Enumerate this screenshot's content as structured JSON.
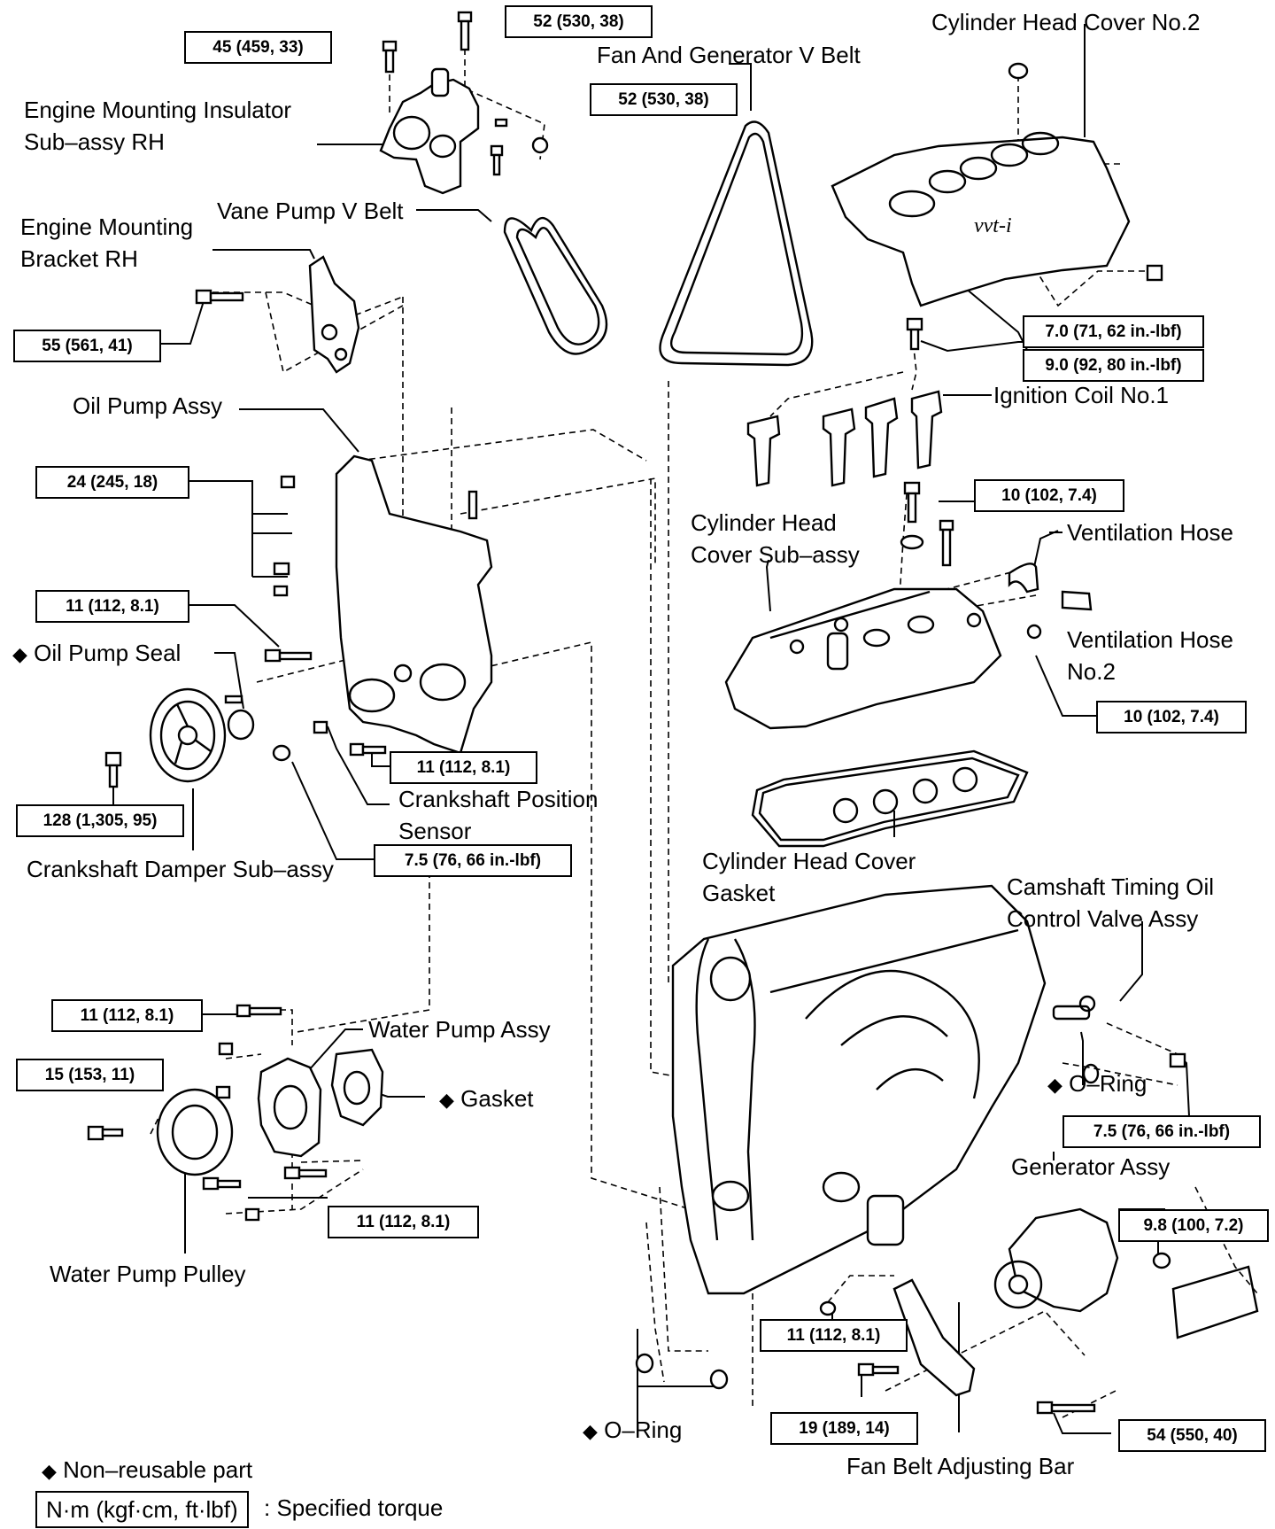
{
  "labels": {
    "cylinder_head_cover_no2": "Cylinder Head Cover No.2",
    "fan_generator_v_belt": "Fan And Generator V Belt",
    "engine_mounting_insulator_l1": "Engine Mounting Insulator",
    "engine_mounting_insulator_l2": "Sub–assy RH",
    "vane_pump_v_belt": "Vane Pump V Belt",
    "engine_mounting_bracket_l1": "Engine Mounting",
    "engine_mounting_bracket_l2": "Bracket RH",
    "oil_pump_assy": "Oil Pump Assy",
    "ignition_coil_no1": "Ignition Coil No.1",
    "cylinder_head_cover_subassy_l1": "Cylinder Head",
    "cylinder_head_cover_subassy_l2": "Cover Sub–assy",
    "ventilation_hose": "Ventilation Hose",
    "ventilation_hose_no2_l1": "Ventilation Hose",
    "ventilation_hose_no2_l2": "No.2",
    "oil_pump_seal": "Oil Pump Seal",
    "crankshaft_position_sensor_l1": "Crankshaft Position",
    "crankshaft_position_sensor_l2": "Sensor",
    "crankshaft_damper": "Crankshaft Damper Sub–assy",
    "cylinder_head_cover_gasket_l1": "Cylinder Head Cover",
    "cylinder_head_cover_gasket_l2": "Gasket",
    "camshaft_timing_l1": "Camshaft Timing Oil",
    "camshaft_timing_l2": "Control Valve Assy",
    "water_pump_assy": "Water Pump Assy",
    "gasket": "Gasket",
    "o_ring_right": "O–Ring",
    "generator_assy": "Generator Assy",
    "water_pump_pulley": "Water Pump Pulley",
    "o_ring_bottom": "O–Ring",
    "fan_belt_adjusting_bar": "Fan Belt Adjusting Bar"
  },
  "torques": {
    "t52_top": "52 (530, 38)",
    "t45": "45 (459, 33)",
    "t52_mid": "52 (530, 38)",
    "t55": "55 (561, 41)",
    "t7_0": "7.0 (71, 62 in.-lbf)",
    "t9_0": "9.0 (92, 80 in.-lbf)",
    "t24": "24 (245, 18)",
    "t10_a": "10 (102, 7.4)",
    "t11_a": "11 (112, 8.1)",
    "t10_b": "10 (102, 7.4)",
    "t11_b": "11 (112, 8.1)",
    "t128": "128 (1,305, 95)",
    "t7_5_a": "7.5 (76, 66 in.-lbf)",
    "t11_c": "11 (112, 8.1)",
    "t15": "15 (153, 11)",
    "t7_5_b": "7.5 (76, 66 in.-lbf)",
    "t11_d": "11 (112, 8.1)",
    "t9_8": "9.8 (100, 7.2)",
    "t11_e": "11 (112, 8.1)",
    "t19": "19 (189, 14)",
    "t54": "54 (550, 40)"
  },
  "legend": {
    "diamond": "◆",
    "non_reusable": "Non–reusable part",
    "unit_box": "N·m (kgf·cm, ft·lbf)",
    "specified_torque": ": Specified torque"
  }
}
